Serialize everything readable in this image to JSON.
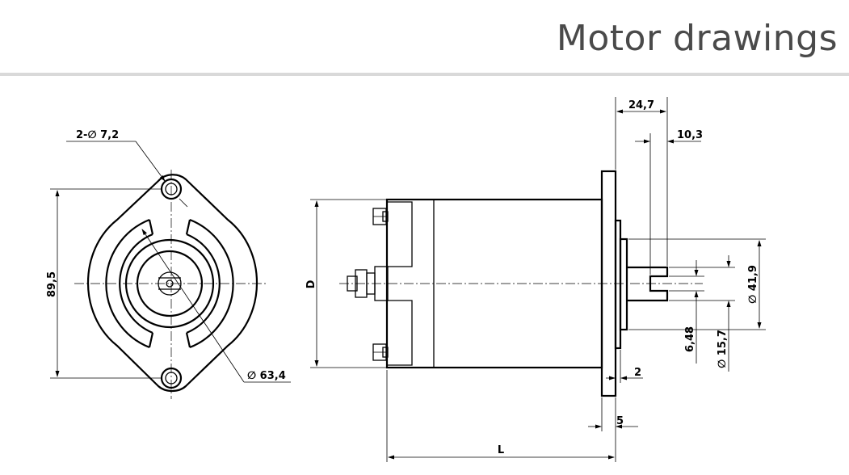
{
  "header": {
    "title": "Motor drawings"
  },
  "front_view": {
    "hole_label": "2-∅ 7,2",
    "height_label": "89,5",
    "circle_label": "∅ 63,4"
  },
  "side_view": {
    "diameter_label": "D",
    "length_label": "L",
    "flange_to_shaft_label": "24,7",
    "shaft_flat_label": "10,3",
    "pilot_diameter_label": "∅ 41,9",
    "flat_width_label": "6,48",
    "shaft_diameter_label": "∅ 15,7",
    "pilot_step_label": "2",
    "flange_thickness_label": "5"
  }
}
